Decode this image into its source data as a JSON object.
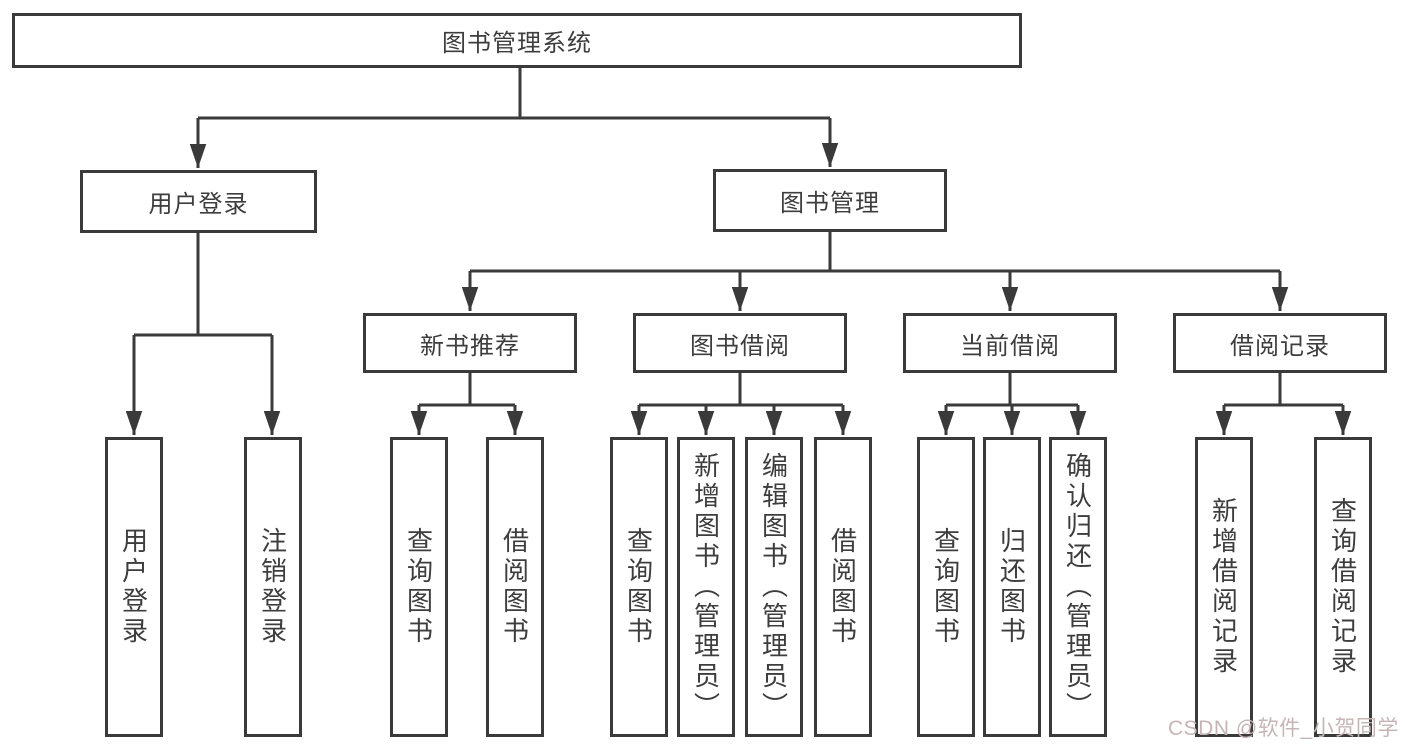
{
  "nodes": {
    "root": "图书管理系统",
    "user_login": "用户登录",
    "book_mgmt": "图书管理",
    "new_book": "新书推荐",
    "book_borrow": "图书借阅",
    "current_borrow": "当前借阅",
    "borrow_record": "借阅记录",
    "ul_login": "用户登录",
    "ul_logout": "注销登录",
    "nb_query": "查询图书",
    "nb_borrow": "借阅图书",
    "bb_query": "查询图书",
    "bb_add": "新增图书（管理员）",
    "bb_edit": "编辑图书（管理员）",
    "bb_borrow": "借阅图书",
    "cb_query": "查询图书",
    "cb_return": "归还图书",
    "cb_confirm": "确认归还（管理员）",
    "br_add": "新增借阅记录",
    "br_query": "查询借阅记录"
  },
  "edges": [
    [
      "root",
      "user_login"
    ],
    [
      "root",
      "book_mgmt"
    ],
    [
      "user_login",
      "ul_login"
    ],
    [
      "user_login",
      "ul_logout"
    ],
    [
      "book_mgmt",
      "new_book"
    ],
    [
      "book_mgmt",
      "book_borrow"
    ],
    [
      "book_mgmt",
      "current_borrow"
    ],
    [
      "book_mgmt",
      "borrow_record"
    ],
    [
      "new_book",
      "nb_query"
    ],
    [
      "new_book",
      "nb_borrow"
    ],
    [
      "book_borrow",
      "bb_query"
    ],
    [
      "book_borrow",
      "bb_add"
    ],
    [
      "book_borrow",
      "bb_edit"
    ],
    [
      "book_borrow",
      "bb_borrow"
    ],
    [
      "current_borrow",
      "cb_query"
    ],
    [
      "current_borrow",
      "cb_return"
    ],
    [
      "current_borrow",
      "cb_confirm"
    ],
    [
      "borrow_record",
      "br_add"
    ],
    [
      "borrow_record",
      "br_query"
    ]
  ],
  "watermark": {
    "text": "CSDN @软件_小贺同学",
    "color": "#c7b5b5"
  },
  "colors": {
    "line": "#3a3a3a",
    "box_border": "#3a3a3a",
    "box_fill": "#ffffff",
    "text": "#3d3d3d",
    "background": "#ffffff"
  }
}
